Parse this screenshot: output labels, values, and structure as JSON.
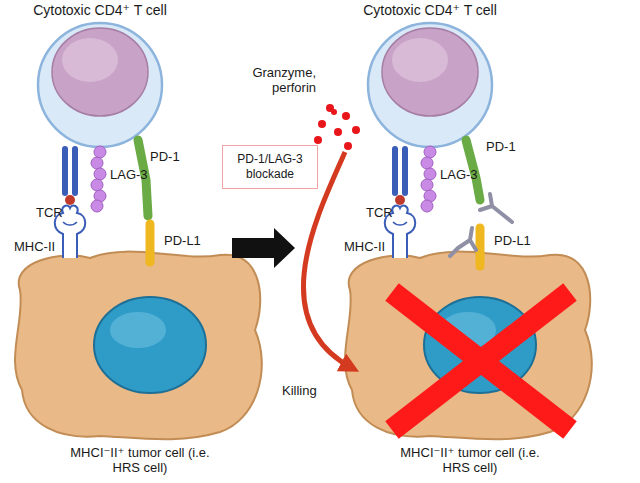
{
  "diagram": {
    "nodes": [
      {
        "text": [
          "Cytotoxic CD4⁺ T cell"
        ]
      },
      {
        "text": [
          "MHCI⁻II⁺ tumor cell (i.e. HRS cell)"
        ]
      },
      {
        "text": [
          "PD-1/LAG-3 blockade"
        ]
      },
      {
        "text": [
          "Cytotoxic CD4⁺ T cell"
        ]
      },
      {
        "text": [
          "MHCI⁻II⁺ tumor cell (i.e. HRS cell)"
        ]
      }
    ],
    "labels": [
      "TCR",
      "LAG-3",
      "PD-1",
      "MHC-II",
      "PD-L1",
      "Granzyme, perforin",
      "PD-1",
      "TCR",
      "LAG-3",
      "MHC-II",
      "PD-L1",
      "Killing"
    ]
  }
}
